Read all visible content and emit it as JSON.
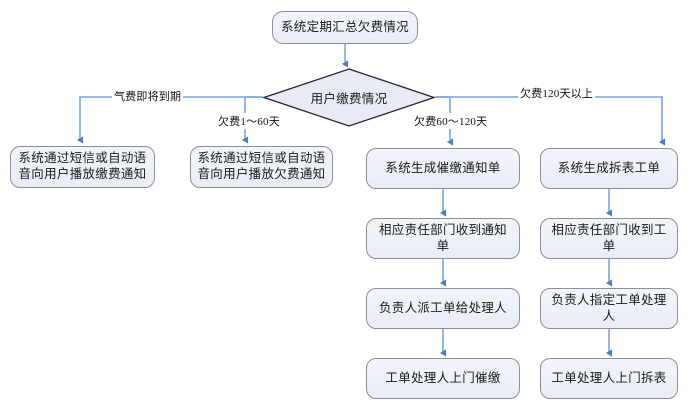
{
  "diagram": {
    "type": "flowchart",
    "title_node": {
      "label": "系统定期汇总欠费情况"
    },
    "decision": {
      "label": "用户缴费情况"
    },
    "branch_labels": {
      "b1": "气费即将到期",
      "b2": "欠费1～60天",
      "b3": "欠费60～120天",
      "b4": "欠费120天以上"
    },
    "columns": [
      {
        "id": "col1",
        "steps": [
          {
            "label": "系统通过短信或自动语音向用户播放缴费通知"
          }
        ]
      },
      {
        "id": "col2",
        "steps": [
          {
            "label": "系统通过短信或自动语音向用户播放欠费通知"
          }
        ]
      },
      {
        "id": "col3",
        "steps": [
          {
            "label": "系统生成催缴通知单"
          },
          {
            "label": "相应责任部门收到通知单"
          },
          {
            "label": "负责人派工单给处理人"
          },
          {
            "label": "工单处理人上门催缴"
          }
        ]
      },
      {
        "id": "col4",
        "steps": [
          {
            "label": "系统生成拆表工单"
          },
          {
            "label": "相应责任部门收到工单"
          },
          {
            "label": "负责人指定工单处理人"
          },
          {
            "label": "工单处理人上门拆表"
          }
        ]
      }
    ],
    "colors": {
      "node_fill_top": "#f2f5fa",
      "node_fill_bottom": "#e8edf6",
      "node_border": "#8a8f99",
      "connector": "#5b8fcc",
      "diamond_border": "#23272b",
      "diamond_fill": "#e6ebf4",
      "background": "#ffffff"
    }
  }
}
